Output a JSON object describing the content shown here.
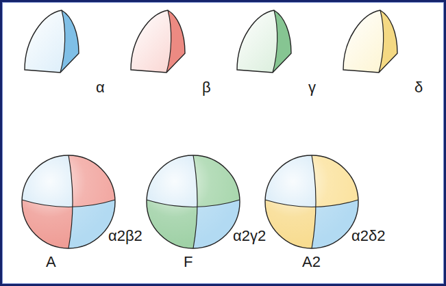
{
  "diagram": {
    "nodes": [
      {
        "text": [
          "α"
        ]
      },
      {
        "text": [
          "β"
        ]
      },
      {
        "text": [
          "γ"
        ]
      },
      {
        "text": [
          "δ"
        ]
      },
      {
        "text": [
          "α2β2",
          "A"
        ]
      },
      {
        "text": [
          "α2γ2",
          "F"
        ]
      },
      {
        "text": [
          "α2δ2",
          "A2"
        ]
      }
    ]
  }
}
